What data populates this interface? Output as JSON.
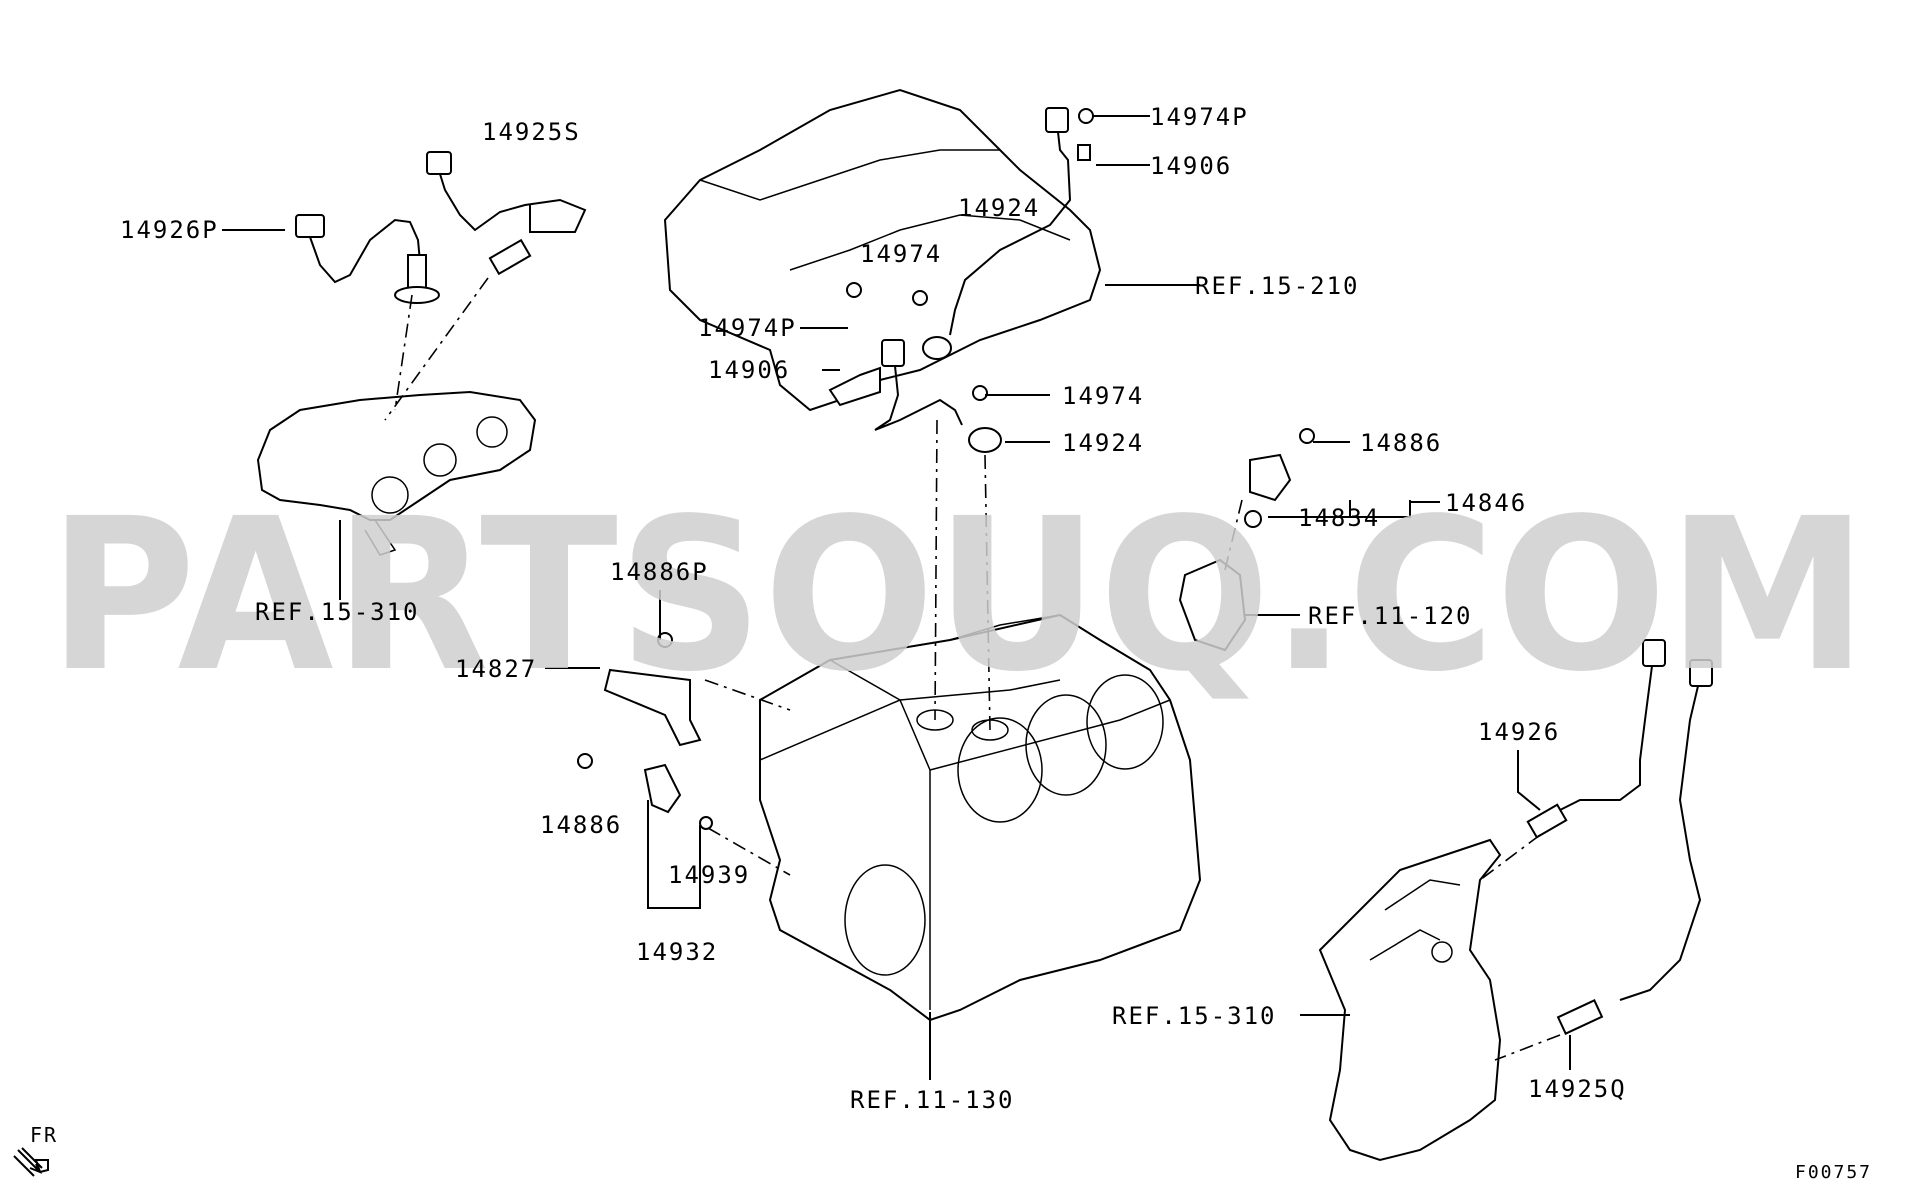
{
  "watermark": "PARTSOUQ.COM",
  "diagram_code": "F00757",
  "direction_label": "FR",
  "labels": {
    "p14925S": "14925S",
    "p14926P": "14926P",
    "ref15_310_left": "REF.15-310",
    "p14974P_top": "14974P",
    "p14906_top": "14906",
    "p14924_top": "14924",
    "p14974_top": "14974",
    "ref15_210": "REF.15-210",
    "p14974P_mid": "14974P",
    "p14906_mid": "14906",
    "p14974_mid": "14974",
    "p14924_mid": "14924",
    "p14886_right": "14886",
    "p14846": "14846",
    "p14834": "14834",
    "ref11_120": "REF.11-120",
    "p14886P": "14886P",
    "p14827": "14827",
    "p14886_left": "14886",
    "p14939": "14939",
    "p14932": "14932",
    "p14926": "14926",
    "ref15_310_right": "REF.15-310",
    "p14925Q": "14925Q",
    "ref11_130": "REF.11-130"
  }
}
